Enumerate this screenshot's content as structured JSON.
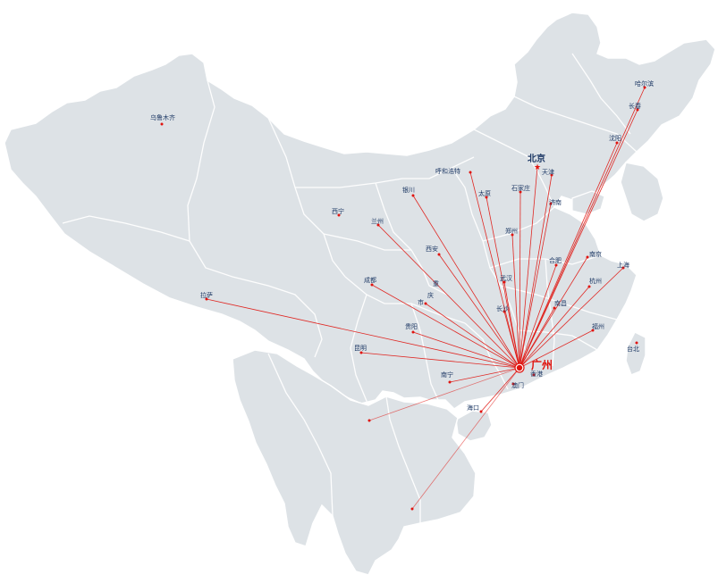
{
  "colors": {
    "land": "#dde2e6",
    "land_dark": "#d3d9de",
    "border": "#ffffff",
    "route": "#e0140f",
    "dot": "#e0140f",
    "label": "#1f3a66",
    "hub_label": "#e0140f"
  },
  "icons": {
    "capital_marker": "star-icon",
    "hub_marker": "circle-icon"
  },
  "hub": {
    "name": "广州"
  },
  "capital": {
    "name": "北京"
  },
  "cities": [
    {
      "id": "urumqi",
      "name": "乌鲁木齐",
      "route": false
    },
    {
      "id": "harbin",
      "name": "哈尔滨",
      "route": true
    },
    {
      "id": "changchun",
      "name": "长春",
      "route": true
    },
    {
      "id": "shenyang",
      "name": "沈阳",
      "route": true
    },
    {
      "id": "beijing",
      "name": "北京",
      "route": true,
      "capital": true
    },
    {
      "id": "tianjin",
      "name": "天津",
      "route": true
    },
    {
      "id": "hohhot",
      "name": "呼和浩特",
      "route": true
    },
    {
      "id": "taiyuan",
      "name": "太原",
      "route": true
    },
    {
      "id": "shijiazhuang",
      "name": "石家庄",
      "route": true
    },
    {
      "id": "jinan",
      "name": "济南",
      "route": true
    },
    {
      "id": "yinchuan",
      "name": "银川",
      "route": true
    },
    {
      "id": "xining",
      "name": "西宁",
      "route": false
    },
    {
      "id": "lanzhou",
      "name": "兰州",
      "route": true
    },
    {
      "id": "zhengzhou",
      "name": "郑州",
      "route": true
    },
    {
      "id": "xian",
      "name": "西安",
      "route": true
    },
    {
      "id": "hefei",
      "name": "合肥",
      "route": true
    },
    {
      "id": "nanjing",
      "name": "南京",
      "route": true
    },
    {
      "id": "shanghai",
      "name": "上海",
      "route": true
    },
    {
      "id": "chengdu",
      "name": "成都",
      "route": true
    },
    {
      "id": "chongqing",
      "name": "重庆市",
      "route": true
    },
    {
      "id": "wuhan",
      "name": "武汉",
      "route": true
    },
    {
      "id": "hangzhou",
      "name": "杭州",
      "route": true
    },
    {
      "id": "lhasa",
      "name": "拉萨",
      "route": true
    },
    {
      "id": "changsha",
      "name": "长沙",
      "route": true
    },
    {
      "id": "nanchang",
      "name": "南昌",
      "route": true
    },
    {
      "id": "guiyang",
      "name": "贵阳",
      "route": true
    },
    {
      "id": "fuzhou",
      "name": "福州",
      "route": true
    },
    {
      "id": "taipei",
      "name": "台北",
      "route": false
    },
    {
      "id": "kunming",
      "name": "昆明",
      "route": true
    },
    {
      "id": "nanning",
      "name": "南宁",
      "route": true
    },
    {
      "id": "hongkong",
      "name": "香港",
      "route": false
    },
    {
      "id": "macau",
      "name": "澳门",
      "route": false
    },
    {
      "id": "haikou",
      "name": "海口",
      "route": true
    },
    {
      "id": "vientiane",
      "name": "",
      "route": true
    },
    {
      "id": "hcmc",
      "name": "",
      "route": true
    }
  ]
}
